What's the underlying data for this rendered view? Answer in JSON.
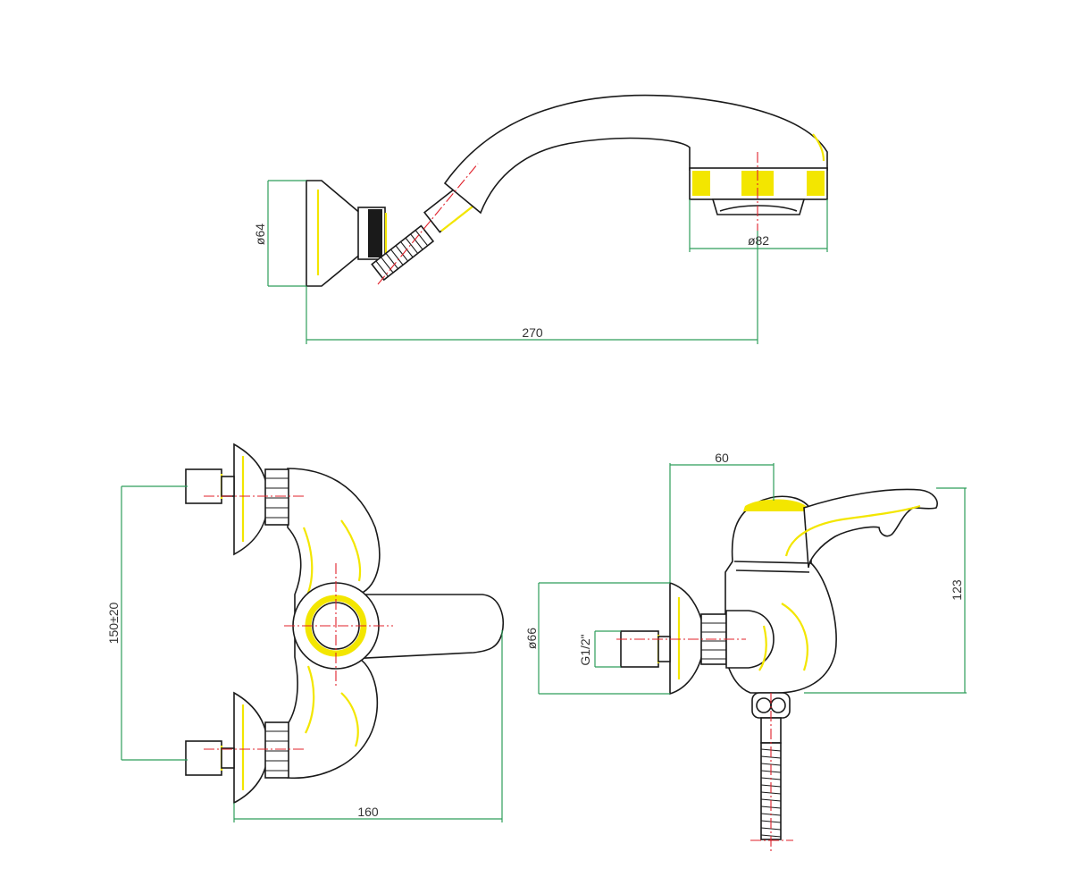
{
  "colors": {
    "outline": "#1a1a1a",
    "dimension": "#2e9e5b",
    "centerline": "#e0202a",
    "highlight": "#f3e600",
    "text": "#333333",
    "background": "#ffffff"
  },
  "dimensions": {
    "shower_holder_diameter": "ø64",
    "shower_head_diameter": "ø82",
    "shower_length": "270",
    "inlet_spacing": "150±20",
    "mixer_width": "160",
    "lever_offset": "60",
    "mixer_height": "123",
    "escutcheon_diameter": "ø66",
    "thread_size": "G1/2\""
  }
}
